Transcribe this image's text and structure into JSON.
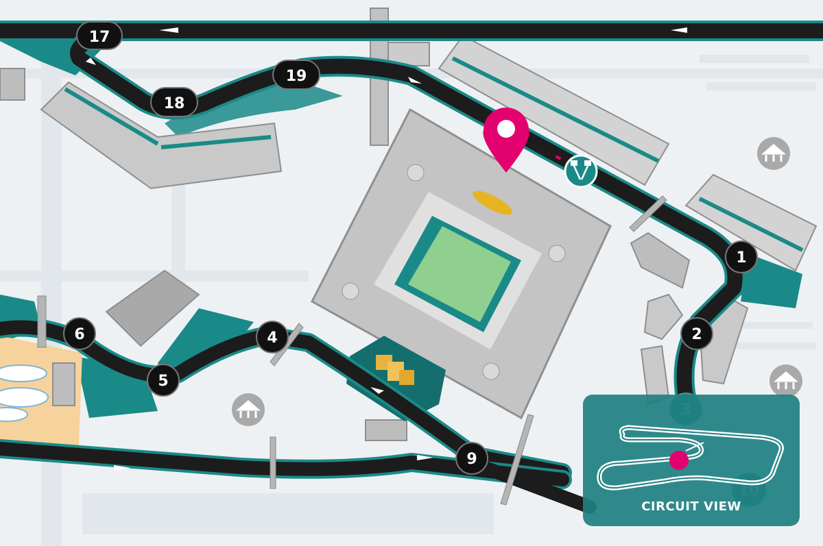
{
  "map": {
    "colors": {
      "background": "#eef1f4",
      "track": "#1c1c1c",
      "teal": "#1a8a88",
      "accent_pink": "#e3006f",
      "circuit_panel": "#1e8080"
    },
    "turns": [
      {
        "number": "17"
      },
      {
        "number": "19"
      },
      {
        "number": "18"
      },
      {
        "number": "1"
      },
      {
        "number": "2"
      },
      {
        "number": "3"
      },
      {
        "number": "4"
      },
      {
        "number": "6"
      },
      {
        "number": "5"
      },
      {
        "number": "9"
      },
      {
        "number": "10"
      }
    ],
    "finish_label": "nish",
    "icons": [
      "location-pin-icon",
      "checkered-flags-icon",
      "grandstand-icon",
      "podium-icon",
      "direction-arrow-icon"
    ]
  },
  "circuit_view": {
    "label": "CIRCUIT VIEW"
  }
}
